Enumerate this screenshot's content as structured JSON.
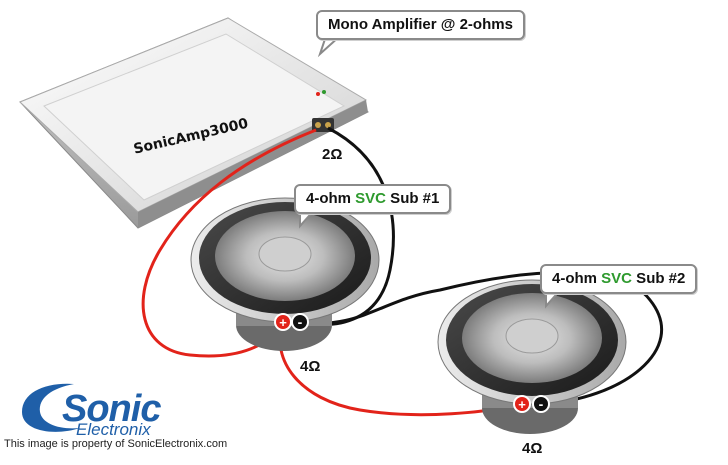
{
  "amp": {
    "callout": "Mono Amplifier @ 2-ohms",
    "brand": "SonicAmp3000",
    "load": "2Ω"
  },
  "sub1": {
    "callout_pre": "4-ohm ",
    "callout_svc": "SVC",
    "callout_post": " Sub #1",
    "impedance": "4Ω",
    "plus": "+",
    "minus": "-"
  },
  "sub2": {
    "callout_pre": "4-ohm ",
    "callout_svc": "SVC",
    "callout_post": " Sub #2",
    "impedance": "4Ω",
    "plus": "+",
    "minus": "-"
  },
  "logo": {
    "name": "Sonic",
    "sub": "Electronix"
  },
  "footer": "This image is property of SonicElectronix.com",
  "colors": {
    "positive_wire": "#e2231a",
    "negative_wire": "#111111",
    "svc_text": "#2e9a2e",
    "logo_blue": "#1f5fa8"
  }
}
